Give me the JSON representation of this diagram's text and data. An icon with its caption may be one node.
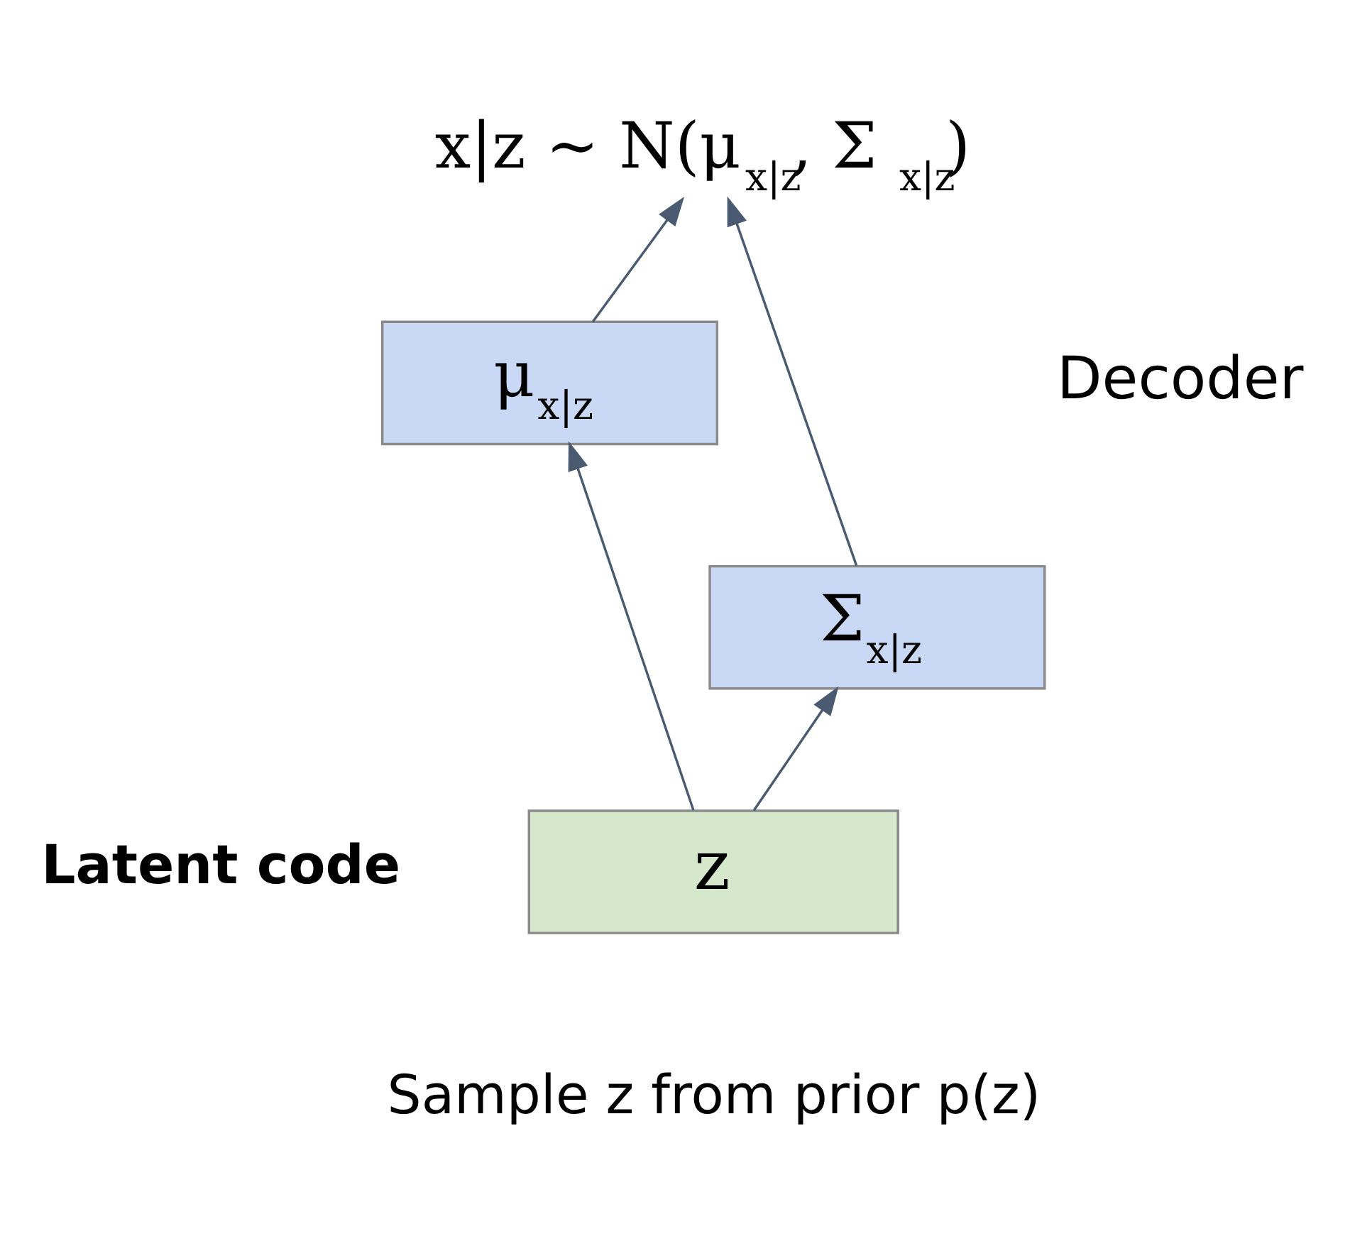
{
  "diagram": {
    "nodes": [
      {
        "text": [
          "x|z ∼ N(μ$_{x|z}$, Σ$_{x|z}$)"
        ]
      },
      {
        "text": [
          "μ$_{x|z}$"
        ]
      },
      {
        "text": [
          "Σ$_{x|z}$"
        ]
      },
      {
        "text": [
          "z"
        ],
        "beside": [
          "**Latent code**",
          "Sample z from prior p(z)"
        ]
      }
    ],
    "edges": [
      {
        "from": 1,
        "to": 0,
        "arrow": "to"
      },
      {
        "from": 2,
        "to": 0,
        "arrow": "to"
      },
      {
        "from": 3,
        "to": 1,
        "arrow": "to"
      },
      {
        "from": 3,
        "to": 2,
        "arrow": "to"
      }
    ],
    "labels": [
      "Decoder"
    ]
  }
}
